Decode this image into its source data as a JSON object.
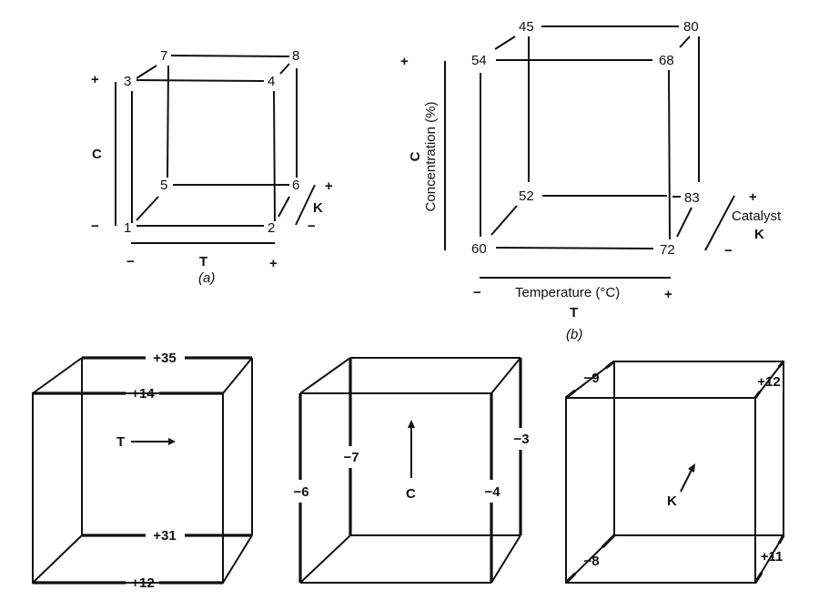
{
  "panel_a": {
    "caption": "(a)",
    "vertices": [
      "1",
      "2",
      "3",
      "4",
      "5",
      "6",
      "7",
      "8"
    ],
    "axis_c": {
      "label": "C",
      "plus": "+",
      "minus": "−"
    },
    "axis_t": {
      "label": "T",
      "plus": "+",
      "minus": "−"
    },
    "axis_k": {
      "label": "K",
      "plus": "+",
      "minus": "−"
    }
  },
  "panel_b": {
    "caption": "(b)",
    "values": {
      "v1": "60",
      "v2": "72",
      "v3": "54",
      "v4": "68",
      "v5": "52",
      "v6": "83",
      "v7": "45",
      "v8": "80"
    },
    "axis_c": {
      "letter": "C",
      "label": "Concentration (%)",
      "plus": "+"
    },
    "axis_t": {
      "letter": "T",
      "label": "Temperature (°C)",
      "plus": "+",
      "minus": "−"
    },
    "axis_k": {
      "letter": "K",
      "label": "Catalyst",
      "plus": "+",
      "minus": "−"
    }
  },
  "panel_c": {
    "t_cube": {
      "label": "T",
      "edges": [
        "+35",
        "+14",
        "+31",
        "+12"
      ]
    },
    "c_cube": {
      "label": "C",
      "edges": [
        "−7",
        "−6",
        "−3",
        "−4"
      ]
    },
    "k_cube": {
      "label": "K",
      "edges": [
        "−9",
        "+12",
        "−8",
        "+11"
      ]
    }
  }
}
